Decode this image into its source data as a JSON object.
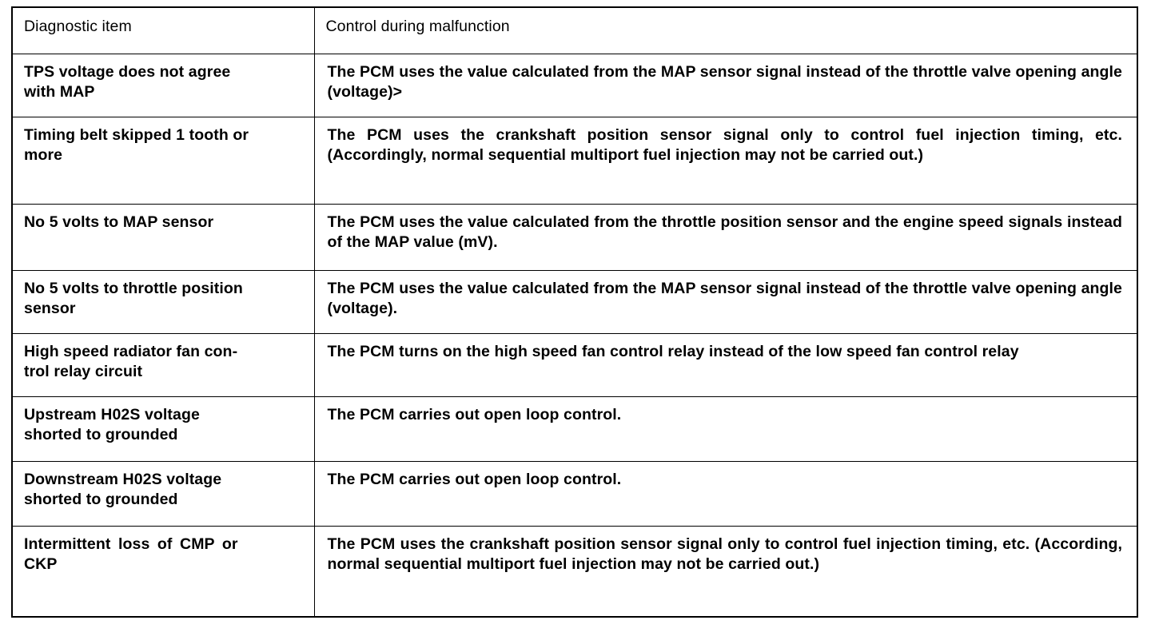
{
  "table": {
    "columns": [
      {
        "key": "diagnostic_item",
        "header": "Diagnostic item"
      },
      {
        "key": "control_during_malfunction",
        "header": "Control during malfunction"
      }
    ],
    "rows": [
      {
        "item": "TPS voltage does not agree\nwith MAP",
        "control": "The PCM uses the value calculated from the MAP sensor signal instead of the throttle valve opening angle (voltage)>"
      },
      {
        "item": "Timing belt skipped 1 tooth or\nmore",
        "control": "The PCM uses the crankshaft position sensor signal only to control fuel injection timing, etc. (Accordingly, normal sequential multiport fuel injection may not be carried out.)"
      },
      {
        "item": "No 5 volts to MAP sensor",
        "control": "The PCM uses the value calculated from the throttle position sensor and the engine speed signals instead of the MAP value (mV)."
      },
      {
        "item": "No 5 volts to throttle position\nsensor",
        "control": "The PCM uses the value calculated from the MAP sensor signal instead of the throttle valve opening angle (voltage)."
      },
      {
        "item": "High speed radiator fan con-\ntrol relay circuit",
        "control": "The PCM turns on the high speed fan control relay instead of the low speed fan control relay"
      },
      {
        "item": "Upstream H02S voltage\nshorted to grounded",
        "control": "The PCM carries out open loop control."
      },
      {
        "item": "Downstream H02S voltage\nshorted to grounded",
        "control": "The PCM carries out open loop control."
      },
      {
        "item": "Intermittent loss of CMP or\nCKP",
        "control": "The PCM uses the crankshaft position sensor signal only to control fuel injection timing, etc. (According, normal sequential multiport fuel injection may not be carried out.)"
      }
    ]
  },
  "colors": {
    "text": "#000000",
    "border": "#000000",
    "background": "#ffffff"
  }
}
